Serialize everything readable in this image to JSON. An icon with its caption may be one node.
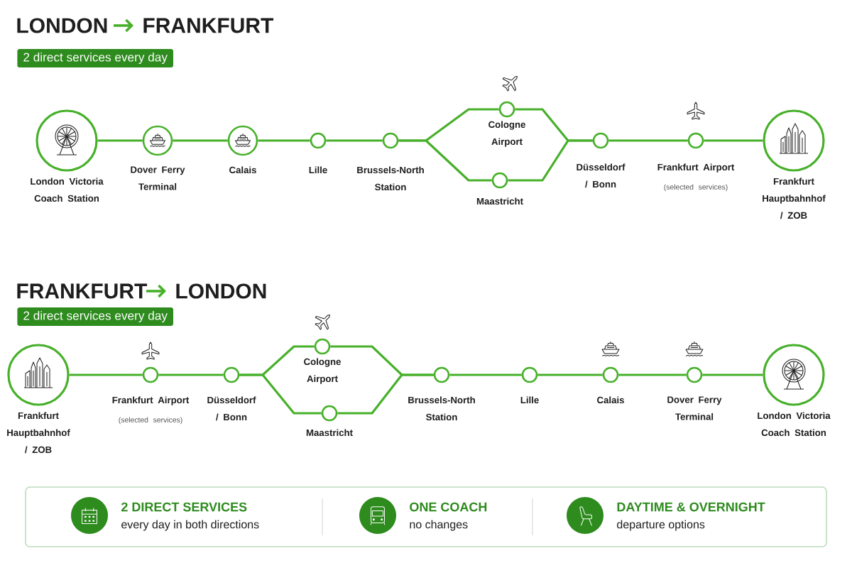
{
  "diagram": {
    "nodes": [
      {
        "text": [
          "London Victoria Coach Station"
        ]
      },
      {
        "text": [
          "Dover Ferry Terminal"
        ]
      },
      {
        "text": [
          "Calais"
        ]
      },
      {
        "text": [
          "Lille"
        ]
      },
      {
        "text": [
          "Brussels-North Station"
        ]
      },
      {
        "text": [
          "Cologne Airport"
        ]
      },
      {
        "text": [
          "Maastricht"
        ]
      },
      {
        "text": [
          "Düsseldorf / Bonn"
        ]
      },
      {
        "text": [
          "Frankfurt Airport",
          "(selected services)"
        ]
      },
      {
        "text": [
          "Frankfurt Hauptbahnhof / ZOB"
        ]
      },
      {
        "text": [
          "Frankfurt Hauptbahnhof / ZOB"
        ]
      },
      {
        "text": [
          "Frankfurt Airport",
          "(selected services)"
        ]
      },
      {
        "text": [
          "Düsseldorf / Bonn"
        ]
      },
      {
        "text": [
          "Cologne Airport"
        ]
      },
      {
        "text": [
          "Maastricht"
        ]
      },
      {
        "text": [
          "Brussels-North Station"
        ]
      },
      {
        "text": [
          "Lille"
        ]
      },
      {
        "text": [
          "Calais"
        ]
      },
      {
        "text": [
          "Dover Ferry Terminal"
        ]
      },
      {
        "text": [
          "London Victoria Coach Station"
        ]
      }
    ],
    "edges": [
      {
        "from": 0,
        "to": 1,
        "arrow": "none"
      },
      {
        "from": 1,
        "to": 2,
        "arrow": "none"
      },
      {
        "from": 2,
        "to": 3,
        "arrow": "none"
      },
      {
        "from": 3,
        "to": 4,
        "arrow": "none"
      },
      {
        "from": 4,
        "to": 5,
        "arrow": "none"
      },
      {
        "from": 4,
        "to": 6,
        "arrow": "none"
      },
      {
        "from": 5,
        "to": 7,
        "arrow": "none"
      },
      {
        "from": 6,
        "to": 7,
        "arrow": "none"
      },
      {
        "from": 7,
        "to": 8,
        "arrow": "none"
      },
      {
        "from": 8,
        "to": 9,
        "arrow": "none"
      },
      {
        "from": 10,
        "to": 11,
        "arrow": "none"
      },
      {
        "from": 11,
        "to": 12,
        "arrow": "none"
      },
      {
        "from": 12,
        "to": 13,
        "arrow": "none"
      },
      {
        "from": 12,
        "to": 14,
        "arrow": "none"
      },
      {
        "from": 13,
        "to": 15,
        "arrow": "none"
      },
      {
        "from": 14,
        "to": 15,
        "arrow": "none"
      },
      {
        "from": 15,
        "to": 16,
        "arrow": "none"
      },
      {
        "from": 16,
        "to": 17,
        "arrow": "none"
      },
      {
        "from": 17,
        "to": 18,
        "arrow": "none"
      },
      {
        "from": 18,
        "to": 19,
        "arrow": "none"
      }
    ],
    "labels": [
      "LONDON",
      "FRANKFURT",
      "2 direct services every day",
      "FRANKFURT",
      "LONDON",
      "2 direct services every day",
      "2 DIRECT SERVICES",
      "every day in both directions",
      "ONE COACH",
      "no changes",
      "DAYTIME & OVERNIGHT",
      "departure options"
    ]
  }
}
